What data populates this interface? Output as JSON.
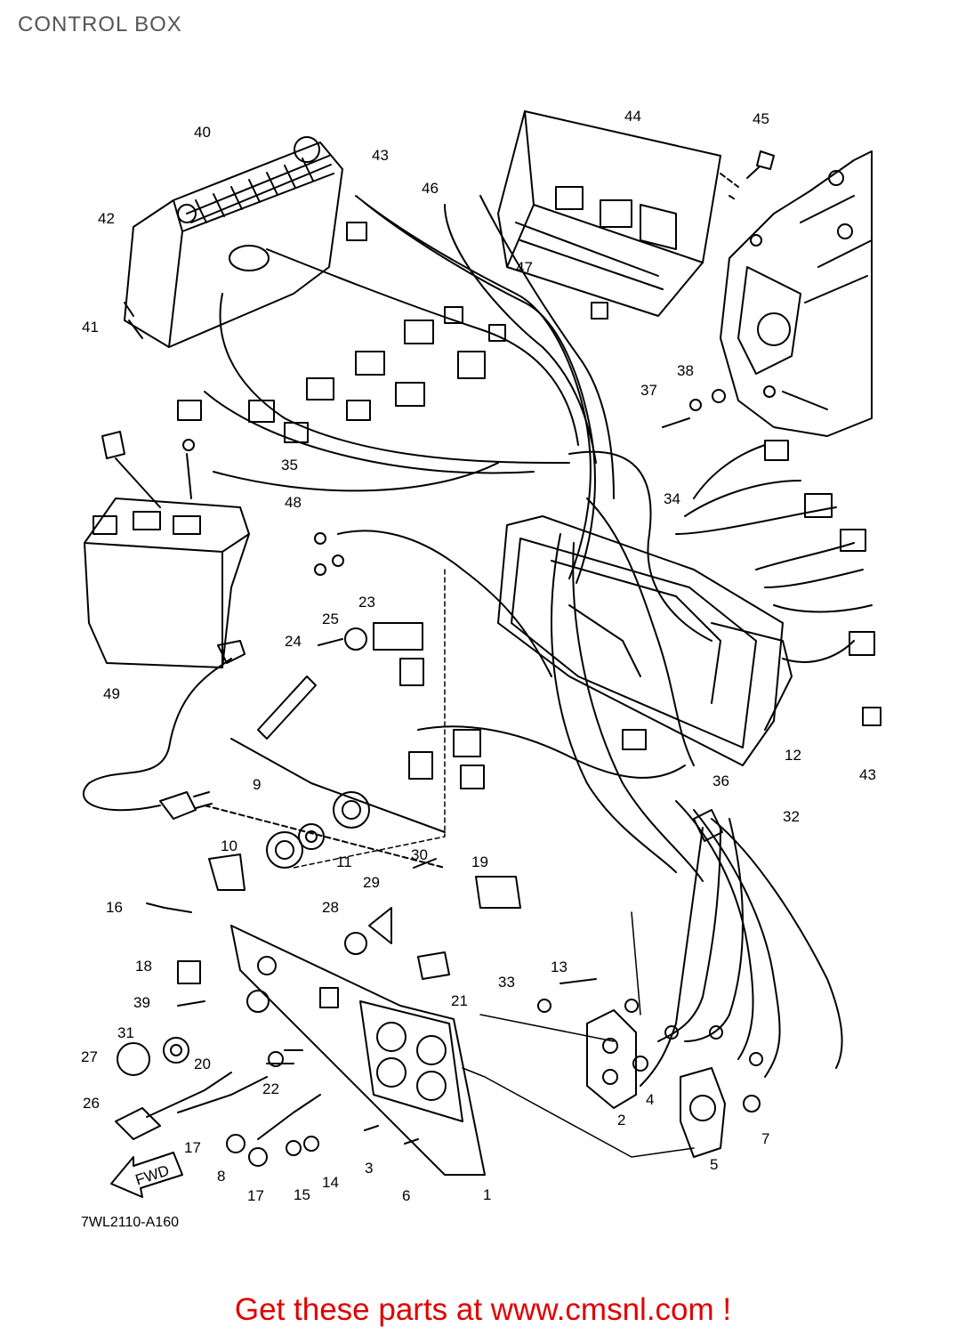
{
  "page": {
    "title": "CONTROL BOX"
  },
  "diagram": {
    "code": "7WL2110-A160",
    "direction_label": "FWD",
    "callouts": [
      "1",
      "2",
      "3",
      "4",
      "5",
      "6",
      "7",
      "8",
      "9",
      "10",
      "11",
      "12",
      "13",
      "15",
      "16",
      "17",
      "17",
      "18",
      "19",
      "20",
      "21",
      "22",
      "23",
      "24",
      "25",
      "26",
      "27",
      "28",
      "29",
      "30",
      "31",
      "32",
      "33",
      "34",
      "35",
      "36",
      "37",
      "38",
      "39",
      "40",
      "41",
      "42",
      "43",
      "43",
      "44",
      "45",
      "46",
      "47",
      "48",
      "49",
      "14"
    ]
  },
  "footer": {
    "link_text": "Get these parts at www.cmsnl.com !"
  },
  "colors": {
    "link": "#e00000",
    "line": "#000000",
    "title": "#555555"
  }
}
